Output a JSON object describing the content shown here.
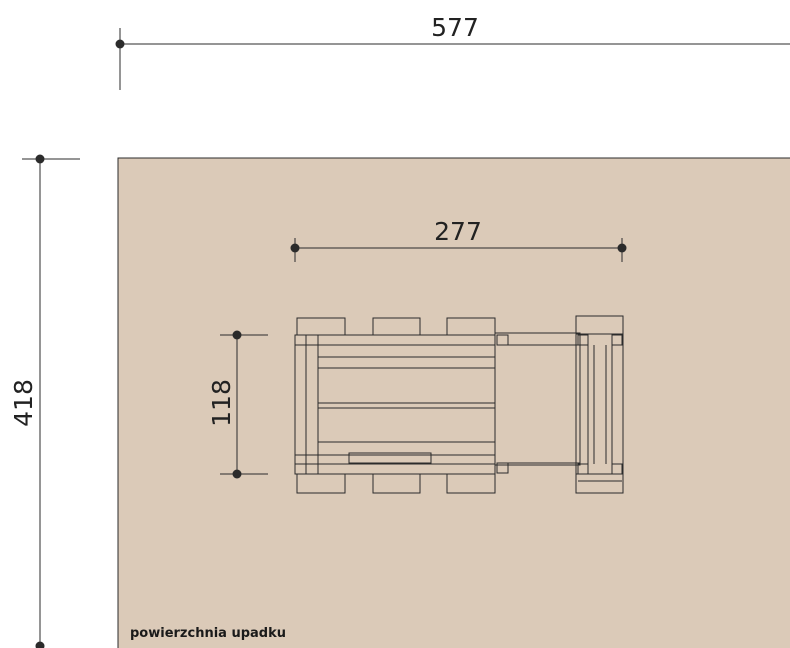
{
  "dimensions": {
    "overall_width": "577",
    "overall_height": "418",
    "equipment_width": "277",
    "equipment_depth": "118"
  },
  "labels": {
    "fall_zone": "powierzchnia upadku"
  },
  "colors": {
    "fall_zone_fill": "#dbcab8",
    "line": "#2b2b2b",
    "background": "#ffffff"
  }
}
